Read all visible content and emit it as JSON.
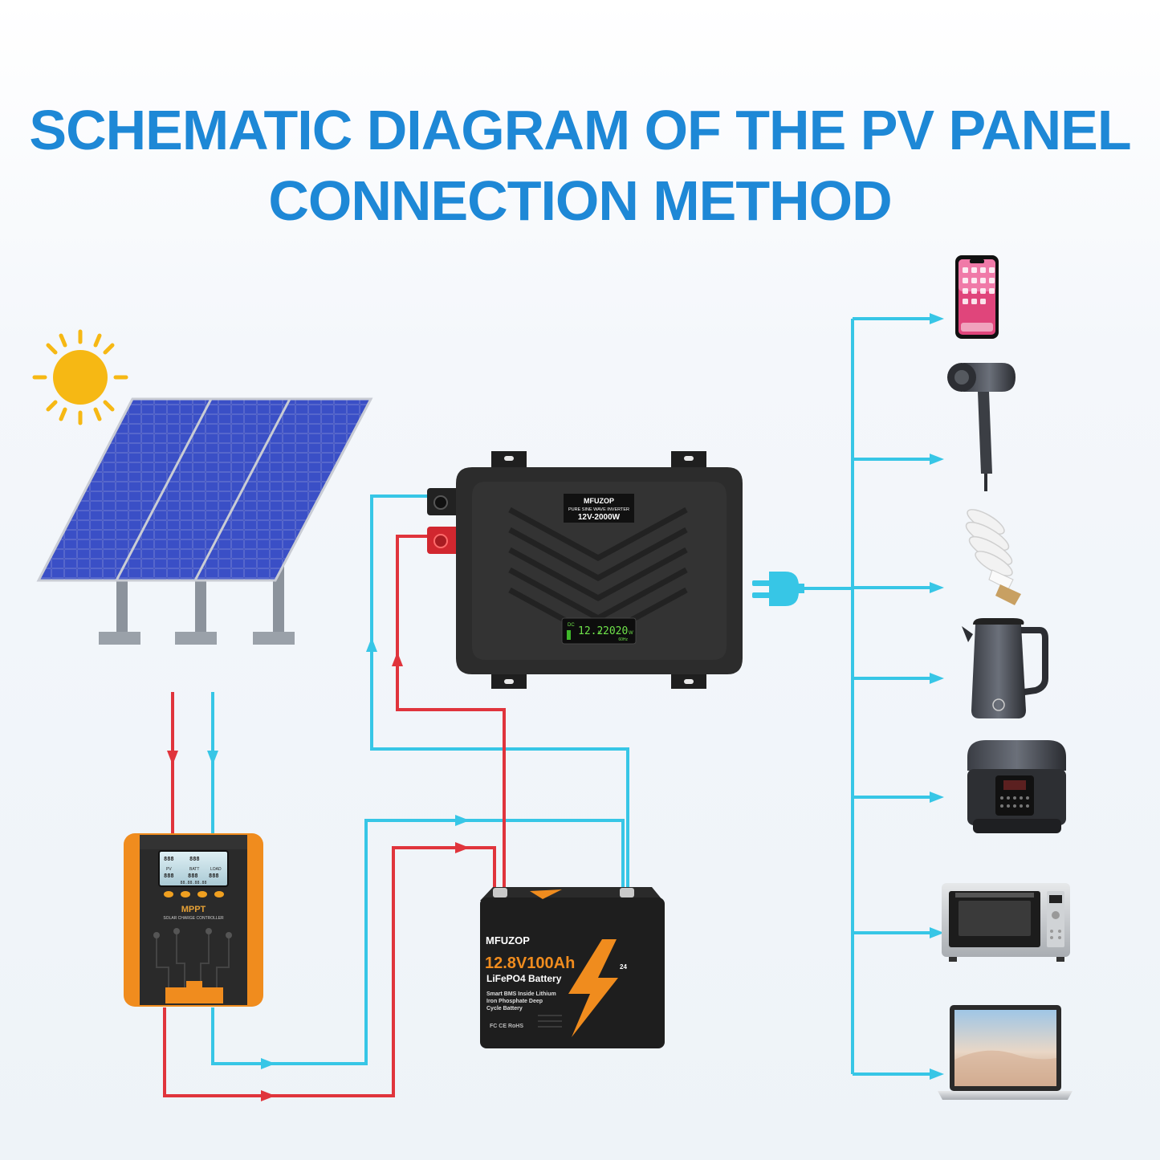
{
  "title": {
    "line1": "SCHEMATIC DIAGRAM OF THE PV PANEL",
    "line2": "CONNECTION METHOD"
  },
  "inverter": {
    "brand": "MFUZOP",
    "subtitle": "PURE SINE WAVE INVERTER",
    "model": "12V-2000W",
    "display_dc": "DC",
    "display_volt": "12.2",
    "display_v": "V",
    "display_watt": "2020",
    "display_w": "W",
    "display_hz": "60Hz"
  },
  "controller": {
    "lcd_pv": "PV",
    "lcd_batt": "BATT",
    "lcd_load": "LOAD",
    "lcd_digits": "888",
    "lcd_row": "88.88.88.88",
    "brand": "MPPT",
    "caption": "SOLAR CHARGE CONTROLLER"
  },
  "battery": {
    "brand": "MFUZOP",
    "capacity": "12.8V100Ah",
    "chemistry": "LiFePO4 Battery",
    "desc1": "Smart BMS Inside Lithium",
    "desc2": "Iron Phosphate Deep",
    "desc3": "Cycle Battery",
    "certs": "FC  CE  RoHS",
    "badge": "24"
  },
  "colors": {
    "title": "#1e88d6",
    "positive_wire": "#e0343c",
    "negative_wire": "#37c6e6",
    "sun": "#f6b814",
    "panel": "#2f3fa8",
    "inverter_body": "#2c2c2c",
    "controller_accent": "#f08c1e",
    "battery_accent": "#f08c1e"
  },
  "icons": [
    "sun-icon",
    "plug-icon",
    "smartphone-icon",
    "hair-dryer-icon",
    "light-bulb-icon",
    "electric-kettle-icon",
    "rice-cooker-icon",
    "toaster-oven-icon",
    "laptop-icon"
  ]
}
